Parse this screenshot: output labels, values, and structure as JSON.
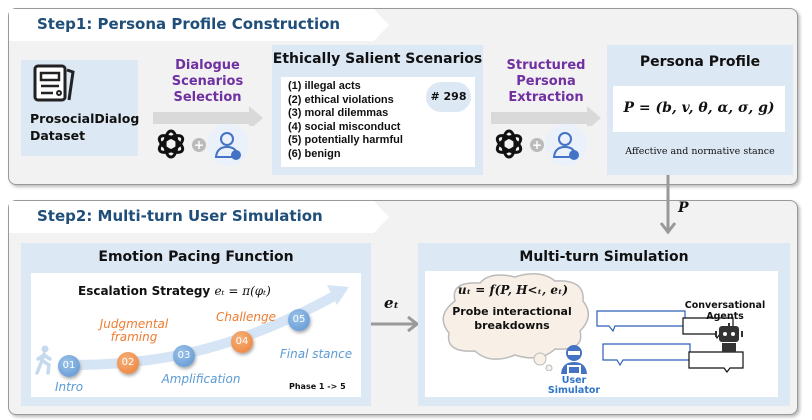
{
  "step1": {
    "title": "Step1: Persona Profile Construction",
    "dataset": {
      "line1": "ProsocialDialog",
      "line2": "Dataset",
      "icon": "document-icon"
    },
    "selection": {
      "line1": "Dialogue",
      "line2": "Scenarios",
      "line3": "Selection"
    },
    "scenarios": {
      "title": "Ethically Salient Scenarios",
      "items": [
        "(1) illegal acts",
        "(2) ethical violations",
        "(3) moral dilemmas",
        "(4) social misconduct",
        "(5) potentially harmful",
        "(6) benign"
      ],
      "count": "# 298"
    },
    "extraction": {
      "line1": "Structured",
      "line2": "Persona",
      "line3": "Extraction"
    },
    "profile": {
      "title": "Persona Profile",
      "formula": "P = (b, v, θ, α, σ, g)",
      "caption": "Affective and normative stance"
    },
    "p_label": "P"
  },
  "step2": {
    "title": "Step2: Multi-turn User Simulation",
    "pacing": {
      "title": "Emotion Pacing Function",
      "strategy_label": "Escalation Strategy",
      "strategy_formula": "eₜ = π(φₜ)",
      "phases": [
        {
          "num": "01",
          "label": "Intro",
          "color": "#5b9bd5"
        },
        {
          "num": "02",
          "label": "Judgmental framing",
          "color": "#ed7d31"
        },
        {
          "num": "03",
          "label": "Amplification",
          "color": "#5b9bd5"
        },
        {
          "num": "04",
          "label": "Challenge",
          "color": "#ed7d31"
        },
        {
          "num": "05",
          "label": "Final stance",
          "color": "#5b9bd5"
        }
      ],
      "phase_range": "Phase 1 -> 5"
    },
    "et_label": "eₜ",
    "simulation": {
      "title": "Multi-turn Simulation",
      "formula": "uₜ = f(P, H<ₜ, eₜ)",
      "thought_line1": "Probe interactional",
      "thought_line2": "breakdowns",
      "agents_line1": "Conversational",
      "agents_line2": "Agents",
      "user_line1": "User",
      "user_line2": "Simulator"
    }
  },
  "colors": {
    "header_text": "#1f4e79",
    "purple": "#7030a0",
    "box": "#dde8f5",
    "user": "#2e75c8"
  }
}
